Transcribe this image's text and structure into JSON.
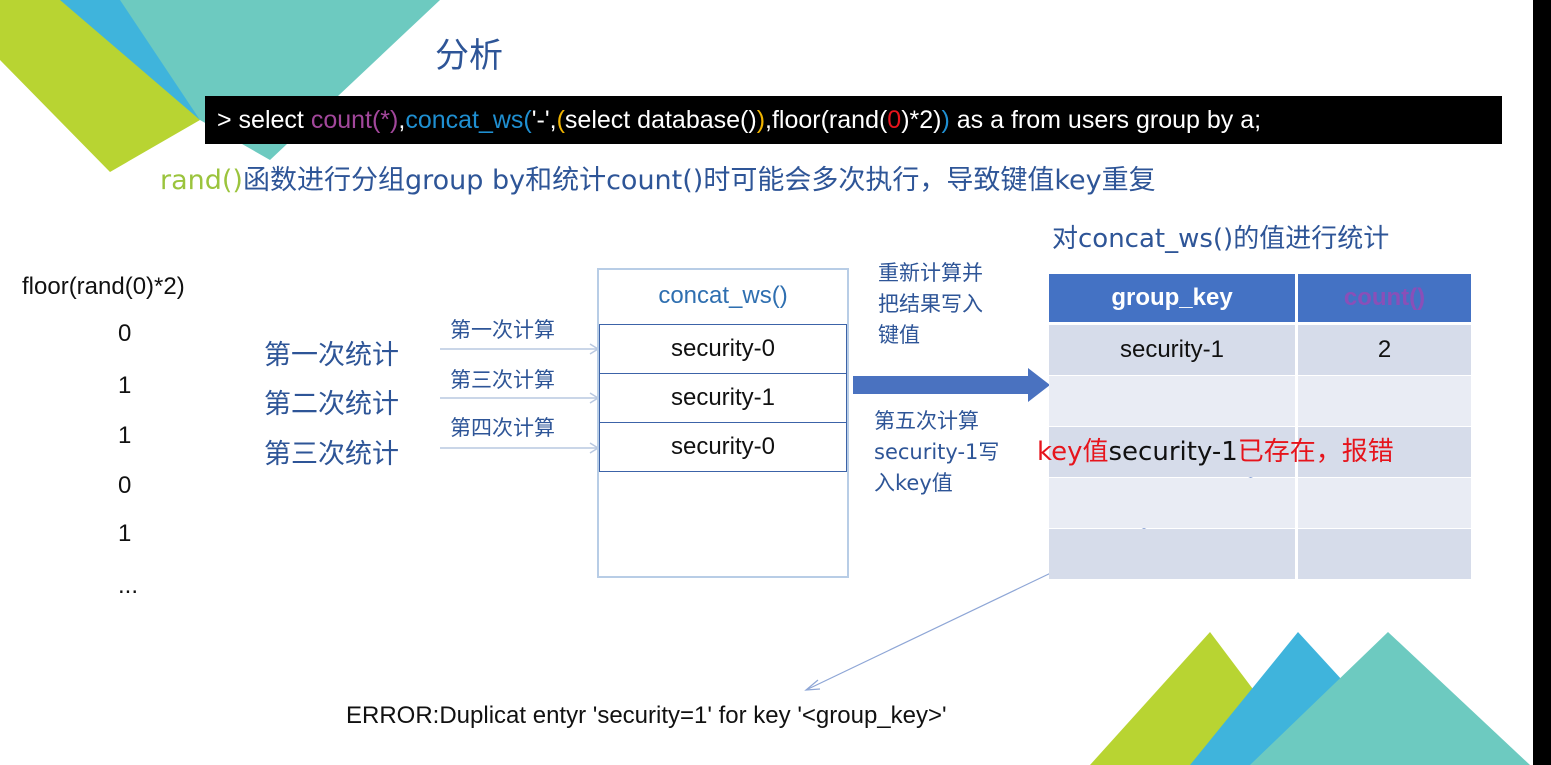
{
  "title": "分析",
  "sql": {
    "prefix": "> select ",
    "count_fn": "count(*)",
    "comma1": ",",
    "concat_fn": "concat_ws(",
    "sep": "'-',",
    "paren_open": "(",
    "inner": "select database()",
    "paren_close": ")",
    "rest1": ",floor(rand(",
    "zero": "0",
    "rest2": ")*2)",
    "close": ")",
    "tail": " as a from users group by a;"
  },
  "subtitle": {
    "fn": "rand()",
    "text": "函数进行分组group by和统计count()时可能会多次执行，导致键值key重复"
  },
  "sequence": {
    "label": "floor(rand(0)*2)",
    "values": [
      "0",
      "1",
      "1",
      "0",
      "1",
      "..."
    ]
  },
  "stats": [
    "第一次统计",
    "第二次统计",
    "第三次统计"
  ],
  "calcs": [
    "第一次计算",
    "第三次计算",
    "第四次计算"
  ],
  "concat": {
    "header": "concat_ws()",
    "cells": [
      "security-0",
      "security-1",
      "security-0"
    ]
  },
  "notes": {
    "recalc": [
      "重新计算并",
      "把结果写入",
      "键值"
    ],
    "fifth": [
      "第五次计算",
      "security-1写",
      "入key值"
    ]
  },
  "table": {
    "caption": "对concat_ws()的值进行统计",
    "headers": [
      "group_key",
      "count()"
    ],
    "rows": [
      [
        "security-1",
        "2"
      ],
      [
        "",
        ""
      ],
      [
        "",
        ""
      ],
      [
        "",
        ""
      ],
      [
        "",
        ""
      ]
    ]
  },
  "error_note": {
    "part1": "key值",
    "part2": "security-1",
    "part3": "已存在，报错"
  },
  "error_line": "ERROR:Duplicat entyr 'security=1' for key '<group_key>'",
  "colors": {
    "title_blue": "#2e5597",
    "header_blue": "#4472c4",
    "row_light": "#d6dcea",
    "row_lighter": "#e9ecf4",
    "arrow_blue": "#4a72c0",
    "error_red": "#e6141c",
    "green": "#9bc43d",
    "teal": "#57c3b8",
    "cyan": "#4cb8dc"
  }
}
